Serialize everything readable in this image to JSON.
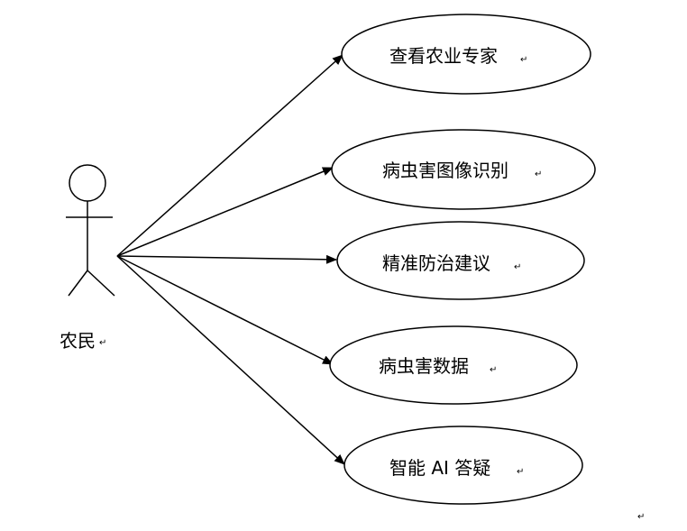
{
  "actor": {
    "label": "农民"
  },
  "use_cases": [
    {
      "label": "查看农业专家"
    },
    {
      "label": "病虫害图像识别"
    },
    {
      "label": "精准防治建议"
    },
    {
      "label": "病虫害数据"
    },
    {
      "label": "智能 AI 答疑"
    }
  ],
  "paragraph_mark": "↵"
}
